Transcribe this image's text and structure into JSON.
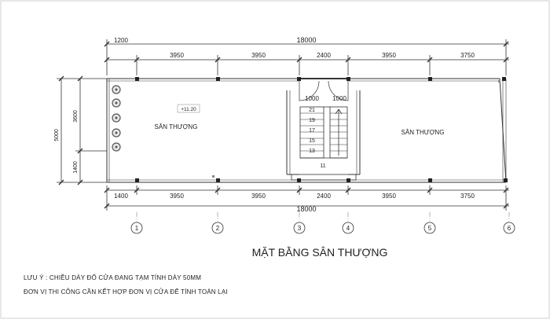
{
  "title": "MẶT BẰNG SÂN THƯỢNG",
  "notes": [
    "LƯU Ý : CHIỀU DÀY ĐỔ CỬA ĐANG TẠM TÍNH DÀY 50MM",
    "ĐƠN VỊ THI CÔNG CẦN KẾT HỢP ĐƠN VỊ CỬA ĐỂ TÍNH TOÁN LẠI"
  ],
  "dimensions": {
    "top_total": "18000",
    "top_left_offset": "1200",
    "top_spans": [
      "3950",
      "3950",
      "2400",
      "3950",
      "3750"
    ],
    "bottom_total": "18000",
    "bottom_left_offset": "1400",
    "bottom_spans": [
      "3950",
      "3950",
      "2400",
      "3950",
      "3750"
    ],
    "left_total": "5000",
    "left_upper": "3600",
    "left_lower": "1400"
  },
  "rooms": {
    "left_label": "SÂN THƯỢNG",
    "right_label": "SÂN THƯỢNG",
    "level_tag": "+11.20"
  },
  "stair": {
    "door_left": "1000",
    "door_right": "1000",
    "steps": [
      "21",
      "19",
      "17",
      "15",
      "13"
    ],
    "landing": "11"
  },
  "grid_axes": [
    "1",
    "2",
    "3",
    "4",
    "5",
    "6"
  ]
}
